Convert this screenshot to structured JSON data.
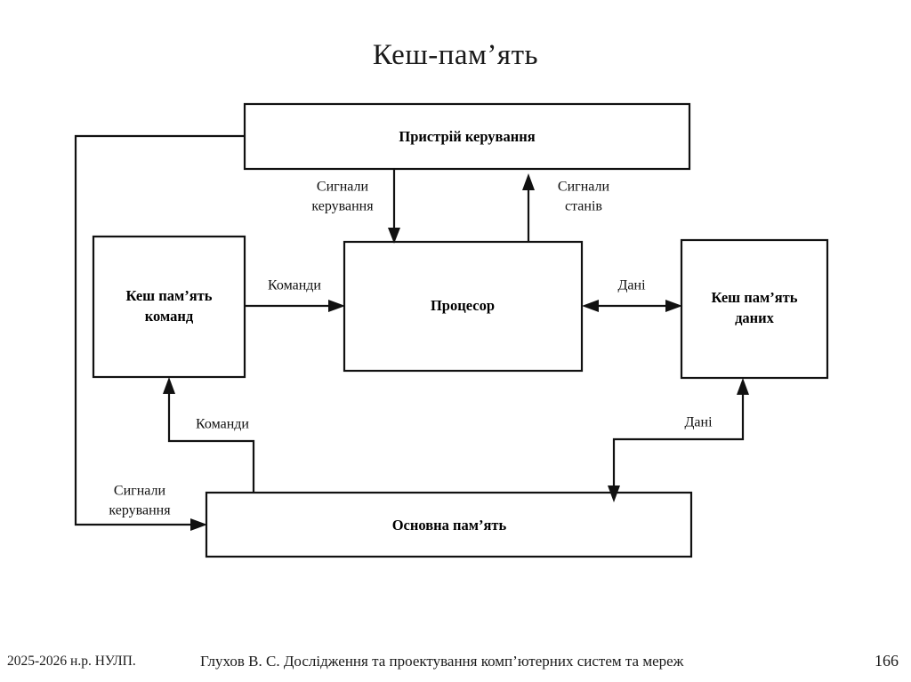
{
  "slide": {
    "title": "Кеш-пам’ять"
  },
  "diagram": {
    "nodes": [
      {
        "id": "control-unit",
        "label": "Пристрій керування"
      },
      {
        "id": "instruction-cache",
        "label_line1": "Кеш пам’ять",
        "label_line2": "команд"
      },
      {
        "id": "processor",
        "label": "Процесор"
      },
      {
        "id": "data-cache",
        "label_line1": "Кеш пам’ять",
        "label_line2": "даних"
      },
      {
        "id": "main-memory",
        "label": "Основна пам’ять"
      }
    ],
    "edges": [
      {
        "id": "control-signals-to-processor",
        "label_line1": "Сигнали",
        "label_line2": "керування"
      },
      {
        "id": "status-signals-to-control",
        "label_line1": "Сигнали",
        "label_line2": "станів"
      },
      {
        "id": "instructions-to-processor",
        "label": "Команди"
      },
      {
        "id": "data-processor-datacache",
        "label": "Дані"
      },
      {
        "id": "instructions-from-memory",
        "label": "Команди"
      },
      {
        "id": "data-from-memory",
        "label": "Дані"
      },
      {
        "id": "control-signals-to-memory",
        "label_line1": "Сигнали",
        "label_line2": "керування"
      }
    ],
    "colors": {
      "stroke": "#111111",
      "fill": "#ffffff"
    }
  },
  "footer": {
    "course": "2025-2026 н.р. НУЛП.",
    "center": "Глухов В. С. Дослідження та проектування комп’ютерних систем та мереж",
    "page": "166"
  }
}
